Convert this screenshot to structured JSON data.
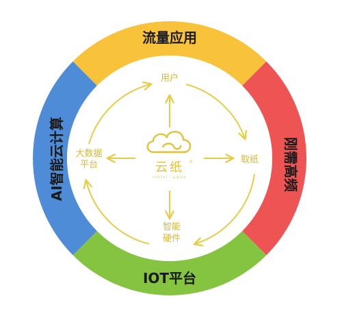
{
  "ring": {
    "top": {
      "label": "流量应用",
      "color": "#F8C33A"
    },
    "right": {
      "label": "刚需高频",
      "color": "#EE5454"
    },
    "bottom": {
      "label": "IOT平台",
      "color": "#84C441"
    },
    "left": {
      "label": "AI智能云计算",
      "color": "#4E8CD8"
    }
  },
  "center": {
    "logo_text": "云纸",
    "logo_sub": "YUNZHI · 云纸科技",
    "registered": "®"
  },
  "nodes": {
    "top": "用户",
    "right": "取纸",
    "bottom_line1": "智能",
    "bottom_line2": "硬件",
    "left_line1": "大数据",
    "left_line2": "平台"
  },
  "colors": {
    "accent": "#E8CB45",
    "inner_bg": "#FFFFFF"
  }
}
